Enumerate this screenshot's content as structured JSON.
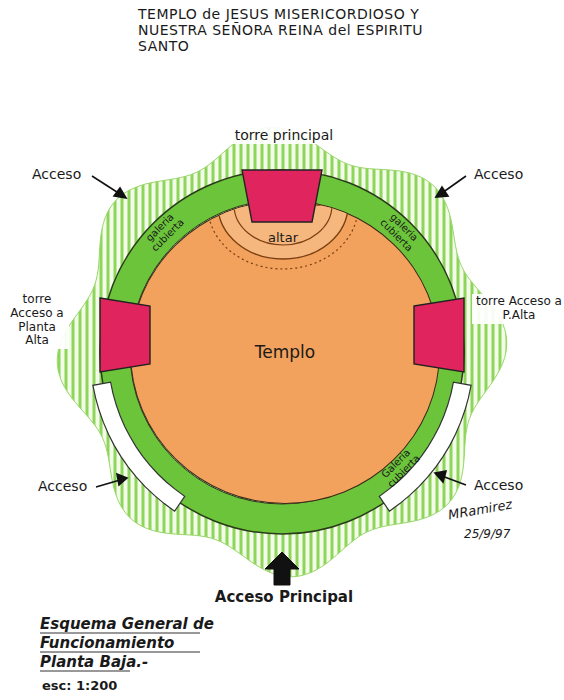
{
  "diagram": {
    "title": "TEMPLO de JESUS MISERICORDIOSO Y NUESTRA SEÑORA REINA del ESPIRITU SANTO",
    "caption": "Esquema General de Funcionamiento Planta Baja.-",
    "nodes": [
      {
        "text": [
          "galeria cubierta",
          "galeria cubierta",
          "Galeria cubierta"
        ]
      },
      {
        "text": [
          "Templo"
        ],
        "in": 0
      },
      {
        "text": [
          "altar"
        ],
        "in": 1
      },
      {
        "text": [
          "torre principal"
        ],
        "in": 0
      },
      {
        "text": [
          "torre Acceso a Planta Alta"
        ],
        "in": 0
      },
      {
        "text": [
          "torre Acceso a P.Alta"
        ],
        "in": 0
      }
    ],
    "labels": [
      "Acceso",
      "Acceso",
      "Acceso",
      "Acceso",
      "Acceso Principal",
      "MRamirez",
      "25/9/97",
      "esc: 1:200"
    ]
  }
}
